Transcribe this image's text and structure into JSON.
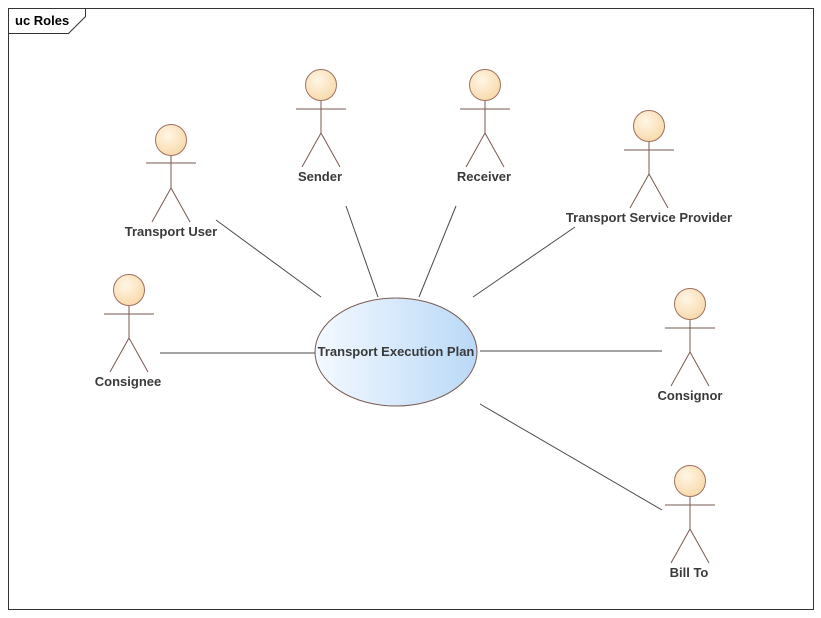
{
  "diagram": {
    "frame_title": "uc Roles",
    "use_case": "Transport Execution Plan",
    "actors": {
      "transport_user": "Transport User",
      "sender": "Sender",
      "receiver": "Receiver",
      "transport_service_provider": "Transport Service Provider",
      "consignee": "Consignee",
      "consignor": "Consignor",
      "bill_to": "Bill To"
    }
  },
  "colors": {
    "use_case_fill_light": "#f4f9ff",
    "use_case_fill_dark": "#b9d9f7",
    "actor_head_light": "#fff6e6",
    "actor_head_dark": "#f8d8a8"
  }
}
